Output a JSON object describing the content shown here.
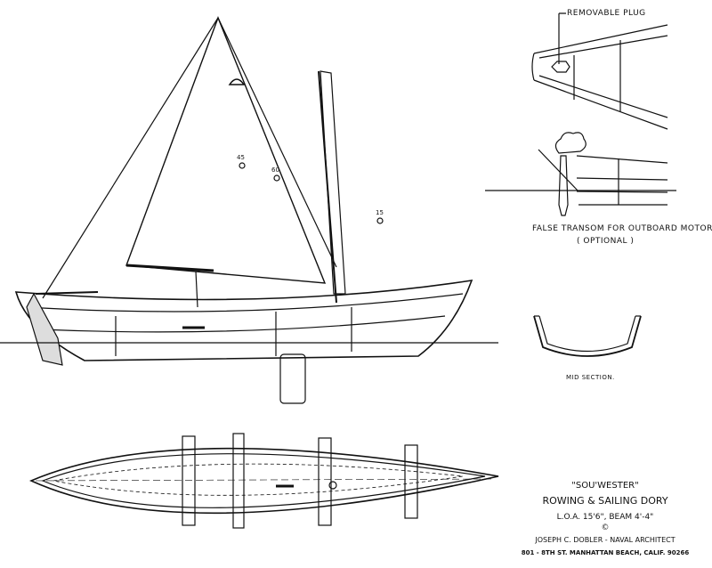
{
  "labels": {
    "removable_plug": "Removable Plug",
    "false_transom": "False Transom for Outboard Motor",
    "optional": "( Optional )",
    "mid_section": "Mid Section."
  },
  "sail_marks": [
    "45",
    "60",
    "15"
  ],
  "title_block": {
    "name": "\"Sou'Wester\"",
    "type": "Rowing & Sailing Dory",
    "dimensions": "L.O.A. 15'6\", Beam 4'-4\"",
    "copyright": "©",
    "architect": "Joseph C. Dobler - Naval Architect",
    "address": "801 - 8th St. Manhattan Beach, Calif. 90266"
  }
}
